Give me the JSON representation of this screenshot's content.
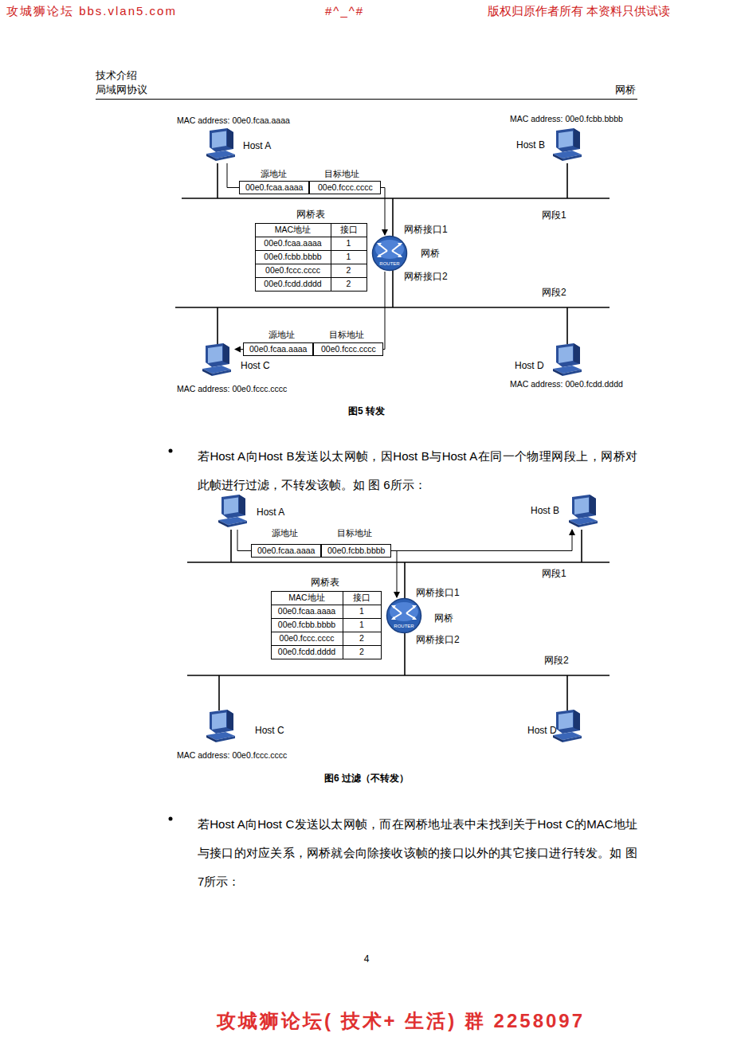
{
  "diagram": {
    "nodes": [
      {
        "text": [
          "Host A"
        ]
      },
      {
        "text": [
          "Host B"
        ]
      },
      {
        "text": [
          "源地址",
          "00e0.fcaa.aaaa"
        ]
      },
      {
        "text": [
          "目标地址",
          "00e0.fccc.cccc"
        ]
      },
      {
        "text": [
          "网桥接口1",
          "网桥",
          "网桥接口2"
        ]
      },
      {
        "text": [
          "网桥表"
        ]
      },
      {
        "text": [
          "Host C"
        ]
      },
      {
        "text": [
          "源地址",
          "00e0.fcaa.aaaa"
        ]
      },
      {
        "text": [
          "目标地址",
          "00e0.fccc.cccc"
        ]
      },
      {
        "text": [
          "Host D"
        ]
      },
      {
        "text": [
          "Host A"
        ]
      },
      {
        "text": [
          "Host B"
        ]
      },
      {
        "text": [
          "源地址",
          "00e0.fcaa.aaaa"
        ]
      },
      {
        "text": [
          "目标地址",
          "00e0.fcbb.bbbb"
        ]
      },
      {
        "text": [
          "网桥接口1",
          "网桥",
          "网桥接口2"
        ]
      },
      {
        "text": [
          "网桥表"
        ]
      },
      {
        "text": [
          "Host C"
        ]
      },
      {
        "text": [
          "Host D"
        ]
      }
    ],
    "edges": [
      {
        "from": 0,
        "to": 2,
        "arrow": "none"
      },
      {
        "from": 3,
        "to": 4,
        "arrow": "to"
      },
      {
        "from": 4,
        "to": 8,
        "arrow": "none"
      },
      {
        "from": 7,
        "to": 6,
        "arrow": "to"
      },
      {
        "from": 10,
        "to": 12,
        "arrow": "none"
      },
      {
        "from": 13,
        "to": 14,
        "arrow": "to"
      },
      {
        "from": 13,
        "to": 11,
        "arrow": "to"
      }
    ],
    "labels": [
      "攻城狮论坛 bbs.vlan5.com",
      "#^_^#",
      "版权归原作者所有 本资料只供试读",
      "技术介绍",
      "局域网协议",
      "网桥",
      "MAC address: 00e0.fcaa.aaaa",
      "MAC address: 00e0.fcbb.bbbb",
      "网段1",
      "ROUTER",
      "MAC地址",
      "接口",
      "00e0.fcaa.aaaa",
      "1",
      "00e0.fcbb.bbbb",
      "1",
      "00e0.fccc.cccc",
      "2",
      "00e0.fcdd.dddd",
      "2",
      "网段2",
      "MAC address: 00e0.fccc.cccc",
      "MAC address: 00e0.fcdd.dddd",
      "图5 转发",
      "若Host A向Host B发送以太网帧，因Host B与Host A在同一个物理网段上，网桥对此帧进行过滤，不转发该帧。如 图 6所示：",
      "ROUTER",
      "网段1",
      "MAC地址",
      "接口",
      "00e0.fcaa.aaaa",
      "1",
      "00e0.fcbb.bbbb",
      "1",
      "00e0.fccc.cccc",
      "2",
      "00e0.fcdd.dddd",
      "2",
      "网段2",
      "MAC address: 00e0.fccc.cccc",
      "图6 过滤（不转发）",
      "若Host A向Host C发送以太网帧，而在网桥地址表中未找到关于Host C的MAC地址与接口的对应关系，网桥就会向除接收该帧的接口以外的其它接口进行转发。如 图 7所示：",
      "4",
      "攻城狮论坛( 技术+ 生活) 群 2258097"
    ]
  }
}
